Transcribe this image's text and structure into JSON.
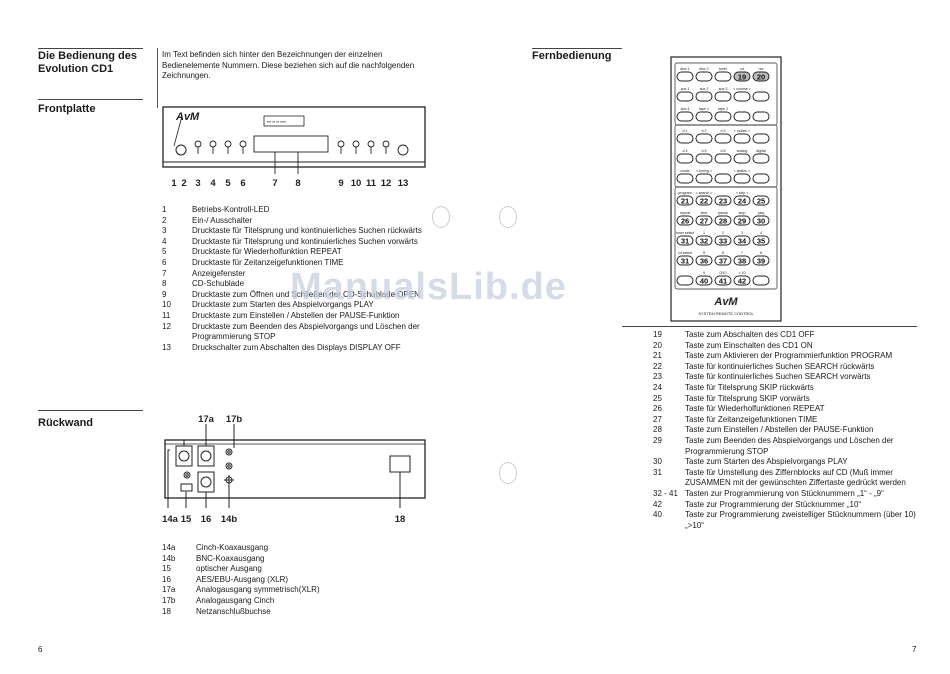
{
  "left_page": {
    "heading_title": "Die Bedienung des Evolution CD1",
    "intro": "Im Text befinden sich hinter den Bezeichnungen der einzelnen Bedienelemente Nummern. Diese beziehen sich auf die nachfolgenden Zeichnungen.",
    "section_front": "Frontplatte",
    "front_brand": "AvM",
    "front_callouts": [
      "1",
      "2",
      "3",
      "4",
      "5",
      "6",
      "7",
      "8",
      "9",
      "10",
      "11",
      "12",
      "13"
    ],
    "front_items": [
      {
        "n": "1",
        "t": "Betriebs-Kontroll-LED"
      },
      {
        "n": "2",
        "t": "Ein-/ Ausschalter"
      },
      {
        "n": "3",
        "t": "Drucktaste für Titelsprung und kontinuierliches Suchen rückwärts"
      },
      {
        "n": "4",
        "t": "Drucktaste für Titelsprung und kontinuierliches Suchen vorwärts"
      },
      {
        "n": "5",
        "t": "Drucktaste für Wiederholfunktion REPEAT"
      },
      {
        "n": "6",
        "t": "Drucktaste für Zeitanzeigefunktionen TIME"
      },
      {
        "n": "7",
        "t": "Anzeigefenster"
      },
      {
        "n": "8",
        "t": "CD-Schublade"
      },
      {
        "n": "9",
        "t": "Drucktaste zum Öffnen und Schließen der CD-Schublade OPEN"
      },
      {
        "n": "10",
        "t": "Drucktaste zum Starten des Abspielvorgangs PLAY"
      },
      {
        "n": "11",
        "t": "Drucktaste zum Einstellen / Abstellen der PAUSE-Funktion"
      },
      {
        "n": "12",
        "t": "Drucktaste zum Beenden des Abspielvorgangs und Löschen der Programmierung STOP"
      },
      {
        "n": "13",
        "t": "Druckschalter zum Abschalten des Displays DISPLAY OFF"
      }
    ],
    "section_rear": "Rückwand",
    "rear_callouts_top": [
      "17a",
      "17b"
    ],
    "rear_callouts_bottom": [
      "14a",
      "15",
      "16",
      "14b",
      "18"
    ],
    "rear_items": [
      {
        "n": "14a",
        "t": "Cinch-Koaxausgang"
      },
      {
        "n": "14b",
        "t": "BNC-Koaxausgang"
      },
      {
        "n": "15",
        "t": "optischer Ausgang"
      },
      {
        "n": "16",
        "t": "AES/EBU-Ausgang (XLR)"
      },
      {
        "n": "17a",
        "t": "Analogausgang symmetrisch(XLR)"
      },
      {
        "n": "17b",
        "t": "Analogausgang Cinch"
      },
      {
        "n": "18",
        "t": "Netzanschlußbuchse"
      }
    ],
    "page_number": "6"
  },
  "right_page": {
    "section_remote": "Fernbedienung",
    "remote_brand": "AvM",
    "remote_caption": "SYSTEM REMOTE CONTROL",
    "remote_rows": [
      {
        "labels": [
          "disc 1",
          "disc 2",
          "tuner",
          "cd",
          "rec"
        ],
        "keys": [
          "",
          "",
          "",
          "19",
          "20"
        ]
      },
      {
        "labels": [
          "aux 1",
          "aux 2",
          "aux 3",
          "< volume >",
          ""
        ],
        "keys": [
          "",
          "",
          "",
          "",
          ""
        ]
      },
      {
        "labels": [
          "aux 4",
          "tape 1",
          "tape 2",
          "",
          ""
        ],
        "keys": [
          "",
          "",
          "",
          "",
          ""
        ]
      },
      {
        "labels": [
          "d 1",
          "d 2",
          "d 3",
          "< col/sel >",
          ""
        ],
        "keys": [
          "",
          "",
          "",
          "",
          ""
        ]
      },
      {
        "labels": [
          "d 4",
          "d 5",
          "d 6",
          "analog",
          "digital"
        ],
        "keys": [
          "",
          "",
          "",
          "",
          ""
        ]
      },
      {
        "labels": [
          "mode",
          "< tuning >",
          "",
          "< station >",
          ""
        ],
        "keys": [
          "",
          "",
          "",
          "",
          ""
        ]
      },
      {
        "labels": [
          "program",
          "< search >",
          "",
          "< skip >",
          ""
        ],
        "keys": [
          "21",
          "22",
          "23",
          "24",
          "25"
        ]
      },
      {
        "labels": [
          "repeat",
          "time",
          "pause",
          "stop",
          "play"
        ],
        "keys": [
          "26",
          "27",
          "28",
          "29",
          "30"
        ]
      },
      {
        "labels": [
          "tuner select",
          "1",
          "2",
          "3",
          "4"
        ],
        "keys": [
          "31",
          "32",
          "33",
          "34",
          "35"
        ]
      },
      {
        "labels": [
          "cd select",
          "5",
          "6",
          "7",
          "8"
        ],
        "keys": [
          "31",
          "36",
          "37",
          "38",
          "39"
        ]
      },
      {
        "labels": [
          "",
          "9",
          "0/10",
          "> 10",
          ""
        ],
        "keys": [
          "",
          "40",
          "41",
          "42",
          ""
        ]
      }
    ],
    "remote_items": [
      {
        "n": "19",
        "t": "Taste zum Abschalten des CD1 OFF"
      },
      {
        "n": "20",
        "t": "Taste zum Einschalten des CD1 ON"
      },
      {
        "n": "21",
        "t": "Taste zum Aktivieren der Programmierfunktion PROGRAM"
      },
      {
        "n": "22",
        "t": "Taste für kontinuierliches Suchen SEARCH rückwärts"
      },
      {
        "n": "23",
        "t": "Taste für kontinuierliches Suchen SEARCH vorwärts"
      },
      {
        "n": "24",
        "t": "Taste für Titelsprung SKIP rückwärts"
      },
      {
        "n": "25",
        "t": "Taste für Titelsprung SKIP vorwärts"
      },
      {
        "n": "26",
        "t": "Taste für Wiederholfunktionen REPEAT"
      },
      {
        "n": "27",
        "t": "Taste für Zeitanzeigefunktionen TIME"
      },
      {
        "n": "28",
        "t": "Taste zum Einstellen / Abstellen der PAUSE-Funktion"
      },
      {
        "n": "29",
        "t": "Taste zum Beenden des Abspielvorgangs und Löschen der Programmierung STOP"
      },
      {
        "n": "30",
        "t": "Taste zum Starten des Abspielvorgangs PLAY"
      },
      {
        "n": "31",
        "t": "Taste für Umstellung des Ziffernblocks auf CD (Muß immer ZUSAMMEN mit der gewünschten Ziffertaste gedrückt werden"
      },
      {
        "n": "32 - 41",
        "t": "Tasten zur Programmierung von Stücknummern „1“ - „9“"
      },
      {
        "n": "42",
        "t": "Taste zur Programmierung der Stücknummer „10“"
      },
      {
        "n": "40",
        "t": "Taste zur Programmierung zweistelliger Stücknummern (über 10) „>10“"
      }
    ],
    "page_number": "7"
  },
  "watermark": "ManualsLib.de"
}
